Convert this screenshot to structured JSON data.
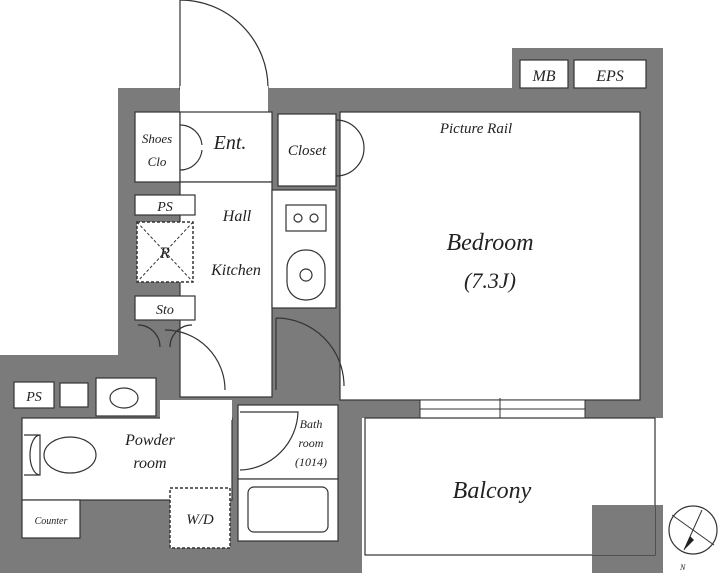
{
  "floorplan": {
    "labels": {
      "mb": "MB",
      "eps": "EPS",
      "picture_rail": "Picture Rail",
      "shoes": "Shoes",
      "clo": "Clo",
      "ent": "Ent.",
      "closet": "Closet",
      "ps_upper": "PS",
      "hall": "Hall",
      "r": "R",
      "kitchen": "Kitchen",
      "sto": "Sto",
      "bedroom": "Bedroom",
      "bedroom_size": "(7.3J)",
      "ps_lower": "PS",
      "powder_1": "Powder",
      "powder_2": "room",
      "bath_1": "Bath",
      "bath_2": "room",
      "bath_3": "(1014)",
      "counter": "Counter",
      "wd": "W/D",
      "balcony": "Balcony",
      "north": "N"
    },
    "colors": {
      "wall": "#7b7b7b",
      "line": "#333333"
    }
  }
}
